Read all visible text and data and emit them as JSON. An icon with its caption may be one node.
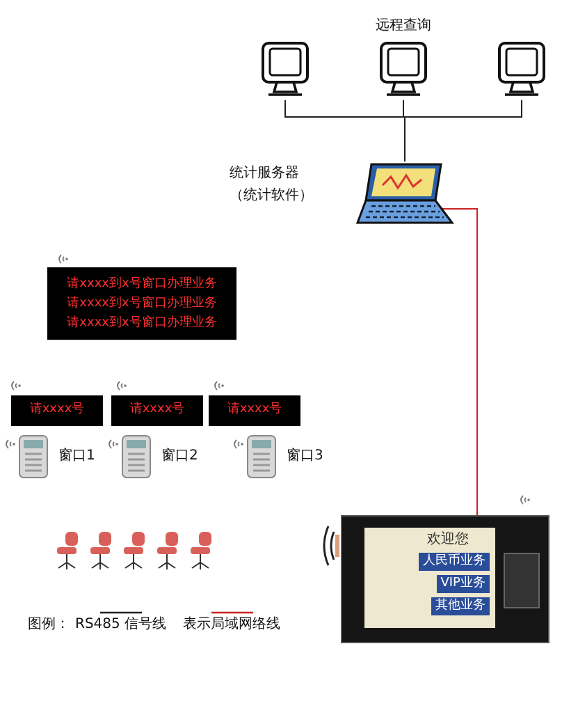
{
  "diagram": {
    "nodes": [
      {
        "text": [],
        "shape": "picture"
      },
      {
        "text": [],
        "shape": "picture",
        "beside": [
          "远程查询"
        ]
      },
      {
        "text": [],
        "shape": "picture"
      },
      {
        "text": [],
        "shape": "picture",
        "beside": [
          "统计服务器",
          "（统计软件）"
        ]
      },
      {
        "text": [
          "请xxxx到x号窗口办理业务",
          "请xxxx到x号窗口办理业务",
          "请xxxx到x号窗口办理业务"
        ]
      },
      {
        "text": [
          "请xxxx号"
        ]
      },
      {
        "text": [
          "请xxxx号"
        ]
      },
      {
        "text": [
          "请xxxx号"
        ]
      },
      {
        "text": [],
        "shape": "picture",
        "beside": [
          "窗口1"
        ]
      },
      {
        "text": [],
        "shape": "picture",
        "beside": [
          "窗口2"
        ]
      },
      {
        "text": [],
        "shape": "picture",
        "beside": [
          "窗口3"
        ]
      },
      {
        "text": [
          "欢迎您",
          "人民币业务",
          "VIP业务",
          "其他业务"
        ]
      }
    ],
    "edges": [
      {
        "from": 3,
        "to": 0,
        "arrow": "none"
      },
      {
        "from": 3,
        "to": 1,
        "arrow": "none"
      },
      {
        "from": 3,
        "to": 2,
        "arrow": "none"
      },
      {
        "from": 3,
        "to": 11,
        "arrow": "none",
        "color": "#cc2222"
      }
    ],
    "labels": [
      "图例："
    ],
    "legend": [
      {
        "text": "RS485 信号线"
      },
      {
        "text": "表示局域网络线"
      }
    ]
  }
}
